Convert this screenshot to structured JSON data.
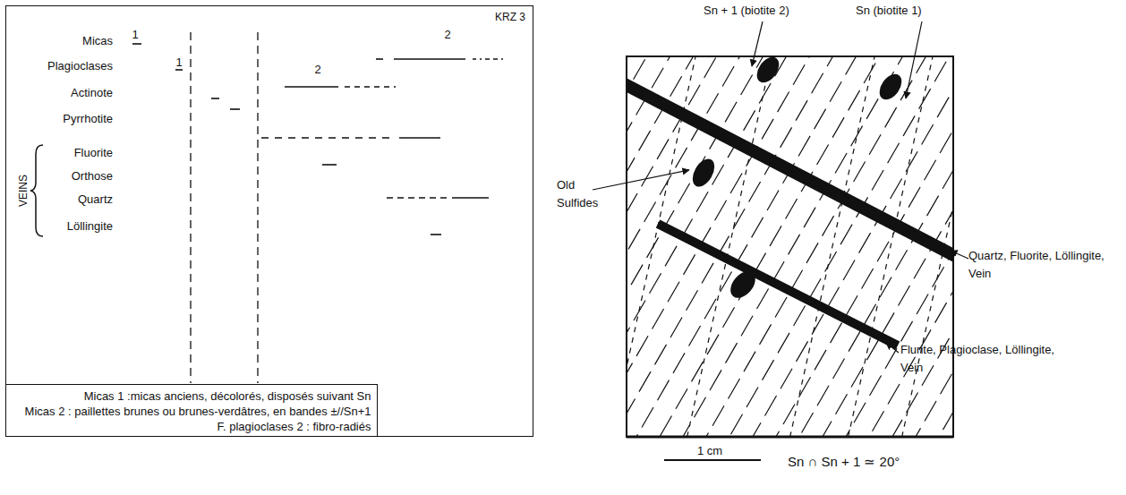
{
  "diagram": {
    "nodes": [
      {
        "text": [
          "KRZ 3"
        ]
      },
      {
        "text": [
          "Micas 1 :micas anciens, décolorés, disposés suivant Sn",
          "Micas 2 : paillettes brunes ou brunes-verdâtres, en bandes ±//Sn+1",
          "F. plagioclases 2 : fibro-radiés"
        ],
        "in": 0
      }
    ],
    "labels": [
      "Micas",
      "1",
      "2",
      "Plagioclases",
      "1",
      "2",
      "Actinote",
      "Pyrrhotite",
      "Fluorite",
      "Orthose",
      "Quartz",
      "Löllingite",
      "VEINS",
      "Sn + 1 (biotite 2)",
      "Sn (biotite 1)",
      "Old Sulfides",
      "Quartz, Fluorite, Löllingite, Vein",
      "Flurite, Plagioclase, Löllingite, Vein",
      "1 cm",
      "Sn ∩ Sn + 1 ≃ 20°"
    ]
  }
}
